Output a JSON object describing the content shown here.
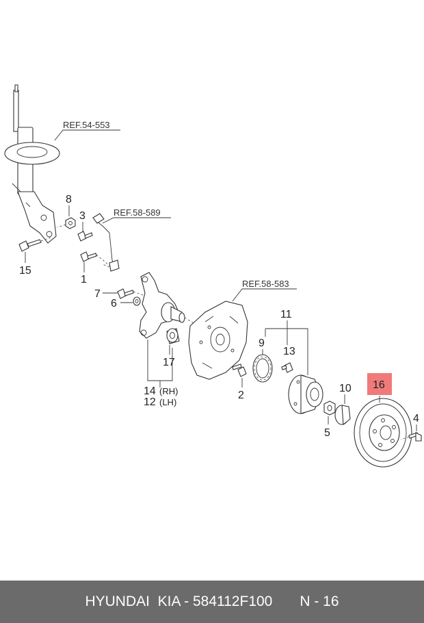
{
  "references": {
    "strut": "REF.54-553",
    "sensor": "REF.58-589",
    "shield": "REF.58-583"
  },
  "callouts": {
    "p1": "1",
    "p2": "2",
    "p3": "3",
    "p4": "4",
    "p5": "5",
    "p6": "6",
    "p7": "7",
    "p8": "8",
    "p9": "9",
    "p10": "10",
    "p11": "11",
    "p12": "12",
    "p12_side": "(LH)",
    "p13": "13",
    "p14": "14",
    "p14_side": "(RH)",
    "p15": "15",
    "p16": "16",
    "p17": "17"
  },
  "highlight": {
    "part": "16",
    "color": "#f07a7a"
  },
  "footer": {
    "brand": "HYUNDAI  KIA - 584112F100",
    "page": "N - 16"
  }
}
